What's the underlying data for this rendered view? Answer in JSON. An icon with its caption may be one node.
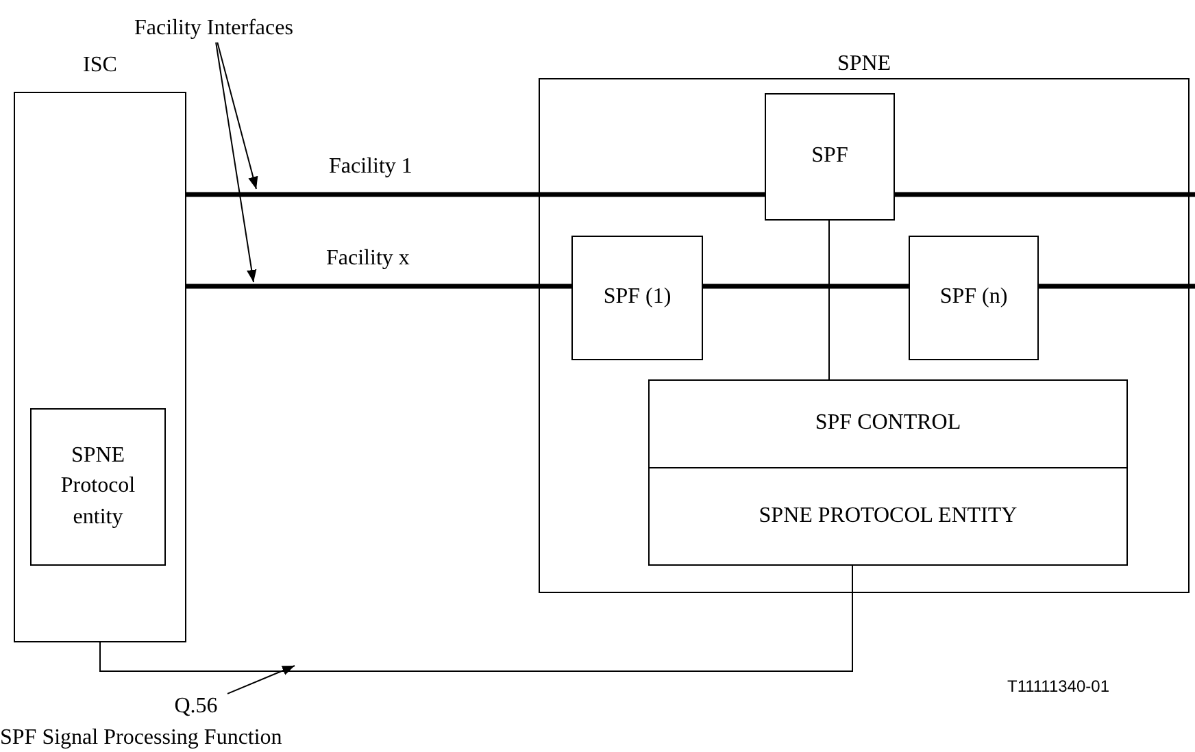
{
  "diagram": {
    "nodes": [
      {
        "text": [
          "ISC"
        ]
      },
      {
        "text": [
          "SPNE Protocol entity"
        ],
        "in": 0
      },
      {
        "text": [
          "SPNE"
        ]
      },
      {
        "text": [
          "SPF"
        ],
        "in": 2
      },
      {
        "text": [
          "SPF (1)"
        ],
        "in": 2
      },
      {
        "text": [
          "SPF (n)"
        ],
        "in": 2
      },
      {
        "text": [
          "SPF CONTROL"
        ],
        "in": 2
      },
      {
        "text": [
          "SPNE PROTOCOL ENTITY"
        ],
        "in": 2
      },
      {
        "text": [
          "Facility Interfaces"
        ]
      },
      {
        "text": [
          "Q.56"
        ]
      }
    ],
    "edges": [
      {
        "from": 0,
        "to": 3,
        "arrow": "none",
        "label": "Facility 1",
        "style": "thick"
      },
      {
        "from": 3,
        "to": null,
        "arrow": "none",
        "style": "thick"
      },
      {
        "from": 0,
        "to": 4,
        "arrow": "none",
        "label": "Facility x",
        "style": "thick"
      },
      {
        "from": 4,
        "to": 5,
        "arrow": "none",
        "style": "thick"
      },
      {
        "from": 5,
        "to": null,
        "arrow": "none",
        "style": "thick"
      },
      {
        "from": 8,
        "to": null,
        "arrow": "to"
      },
      {
        "from": 8,
        "to": null,
        "arrow": "to"
      },
      {
        "from": 3,
        "to": 6,
        "arrow": "none"
      },
      {
        "from": 0,
        "to": 7,
        "arrow": "none"
      },
      {
        "from": 9,
        "to": null,
        "arrow": "to"
      }
    ],
    "labels": [
      "T11111340-01",
      "SPF Signal Processing Function"
    ]
  }
}
